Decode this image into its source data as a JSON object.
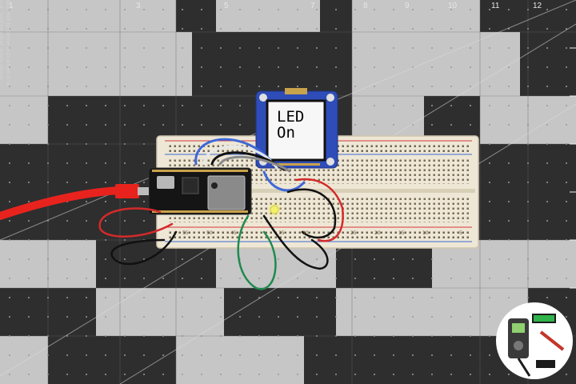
{
  "cutting_mat": {
    "top_numbers": [
      "1",
      "3",
      "5",
      "7",
      "8",
      "9",
      "10",
      "11",
      "12"
    ],
    "side_text": "Will not become dull when it is cut. Self-healing, keep sharp knives. Mat Made in USA. Do not use heat or sunlight."
  },
  "oled_display": {
    "line1": "LED",
    "line2": "On"
  },
  "breadboard": {
    "column_numbers": [
      "55",
      "50",
      "45",
      "35",
      "30",
      "25",
      "20",
      "15",
      "10",
      "5"
    ]
  },
  "colors": {
    "mat_dark": "#2e2e2e",
    "mat_light": "#c8c8c8",
    "breadboard": "#eee7d6",
    "rail_red": "#d23a3a",
    "rail_blue": "#3a6bd2",
    "board_black": "#151515",
    "oled_pcb": "#2f4db8",
    "usb_cable": "#e8231e",
    "led": "#f5f06a"
  },
  "icons": [
    "electronics-logo-icon"
  ]
}
